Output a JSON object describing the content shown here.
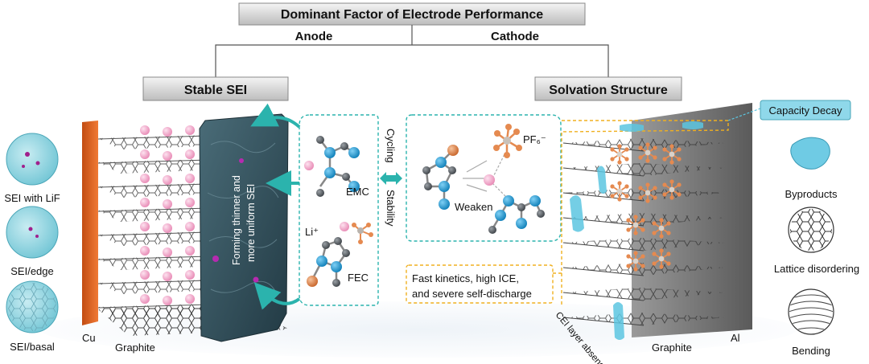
{
  "header": {
    "title": "Dominant Factor of Electrode Performance",
    "anode_label": "Anode",
    "cathode_label": "Cathode"
  },
  "anode": {
    "box_label": "Stable SEI",
    "vertical_text_1": "Forming thinner and",
    "vertical_text_2": "more uniform SEI",
    "current_collector": "Cu",
    "electrode": "Graphite",
    "sei_types": [
      "SEI with LiF",
      "SEI/edge",
      "SEI/basal"
    ]
  },
  "solvents": {
    "emc": "EMC",
    "li": "Li⁺",
    "fec": "FEC"
  },
  "middle": {
    "word_1": "Cycling",
    "word_2": "Stability"
  },
  "solvation": {
    "pf6": "PF₆⁻",
    "weaken": "Weaken"
  },
  "cathode": {
    "box_label": "Solvation Structure",
    "kinetics_line_1": "Fast kinetics, high ICE,",
    "kinetics_line_2": "and severe self-discharge",
    "cei_label": "CEI layer absence",
    "electrode": "Graphite",
    "current_collector": "Al",
    "capacity_decay": "Capacity Decay",
    "degradation": [
      "Byproducts",
      "Lattice disordering",
      "Bending"
    ]
  },
  "colors": {
    "copper": "#e0621f",
    "sei_dark": "#2e4a55",
    "teal": "#2bb3ad",
    "orange_dash": "#f0b020",
    "li_pink": "#f2a6cc",
    "atom_blue": "#1a9ad8",
    "atom_grey": "#555b60",
    "atom_orange": "#e58a50",
    "aluminum": "#6b6b6b",
    "cei_blue": "#5cc6e0"
  }
}
